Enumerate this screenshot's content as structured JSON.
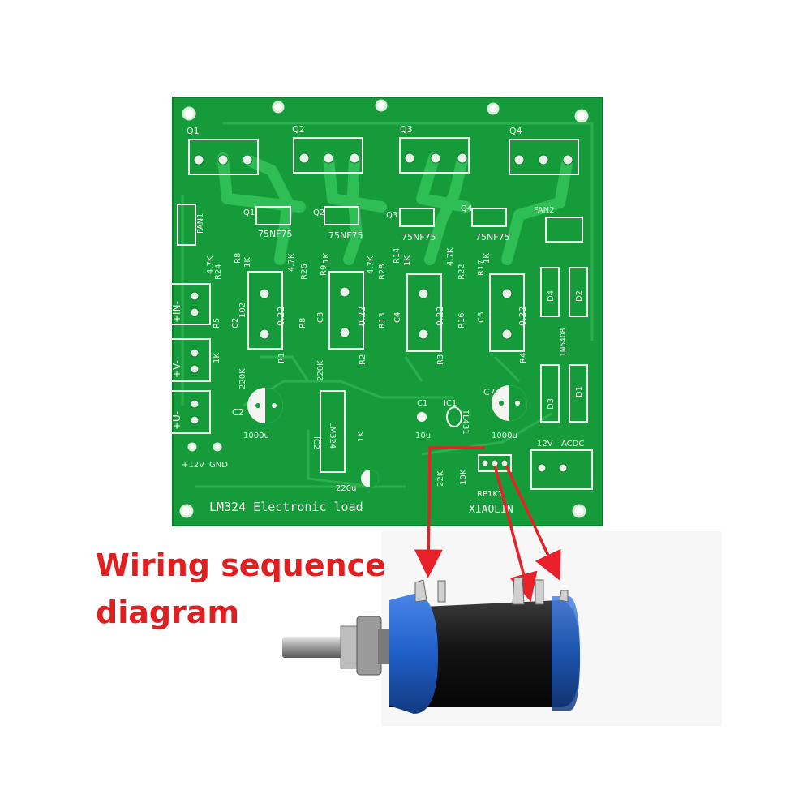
{
  "caption": {
    "line1": "Wiring sequence",
    "line2": "diagram"
  },
  "board": {
    "title": "LM324 Electronic load",
    "brand": "XIAOLIN",
    "colors": {
      "pcb": "#159a3a",
      "trace": "#2fbd55",
      "silk": "#f4f4f0",
      "arrow": "#e8202a",
      "pot_body": "#1a1a1a",
      "pot_band": "#1f5fc8"
    },
    "transistors_top": [
      "Q1",
      "Q2",
      "Q3",
      "Q4"
    ],
    "fet_labels": [
      "Q1",
      "Q2",
      "Q3",
      "Q4"
    ],
    "fet_part": "75NF75",
    "resistors_top": [
      "4.7K",
      "1K",
      "4.7K",
      "1K",
      "4.7K",
      "1K",
      "4.7K",
      "1K"
    ],
    "shunt_value": "0.22",
    "shunt_labels": [
      "R1",
      "R2",
      "R3",
      "R4"
    ],
    "r_labels_a": [
      "R24",
      "R26",
      "R28",
      "R22"
    ],
    "r_labels_b": [
      "R8",
      "R9",
      "R14",
      "R17"
    ],
    "r_labels_c": [
      "R5",
      "R8",
      "R13",
      "R16"
    ],
    "cap_labels": [
      "C2",
      "C3",
      "C4",
      "C6"
    ],
    "fan1": "FAN1",
    "fan2": "FAN2",
    "in_labels": [
      "+IN-",
      "+V-",
      "+U-"
    ],
    "ic2": "IC2",
    "ic2_part": "LM324",
    "ic1": "IC1",
    "ic1_part": "TL431",
    "c1": "C1",
    "c1_val": "10u",
    "c7": "C7",
    "cap_big_val": "1000u",
    "cap_small_val": "220u",
    "diodes": [
      "D4",
      "D2",
      "D3",
      "D1"
    ],
    "diode_part": "1N5408",
    "power_labels": [
      "12V",
      "ACDC"
    ],
    "gnd_labels": [
      "+12V",
      "GND"
    ],
    "pot_label": "RP1K7",
    "res_vals": [
      "22K",
      "10K",
      "1K",
      "220K",
      "102",
      "1K",
      "220K"
    ]
  }
}
